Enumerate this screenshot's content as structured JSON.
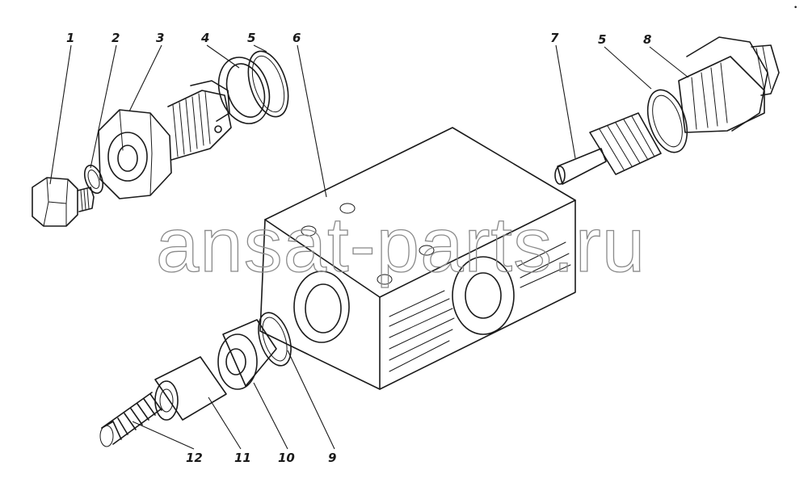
{
  "watermark": "ansat-parts.ru",
  "corner_mark": "•",
  "callouts": {
    "c1": "1",
    "c2": "2",
    "c3": "3",
    "c4": "4",
    "c5a": "5",
    "c6": "6",
    "c7": "7",
    "c5b": "5",
    "c8": "8",
    "c9": "9",
    "c10": "10",
    "c11": "11",
    "c12": "12"
  },
  "colors": {
    "ink": "#1a1a1a",
    "watermark": "#8a8a8a",
    "background": "#ffffff"
  }
}
